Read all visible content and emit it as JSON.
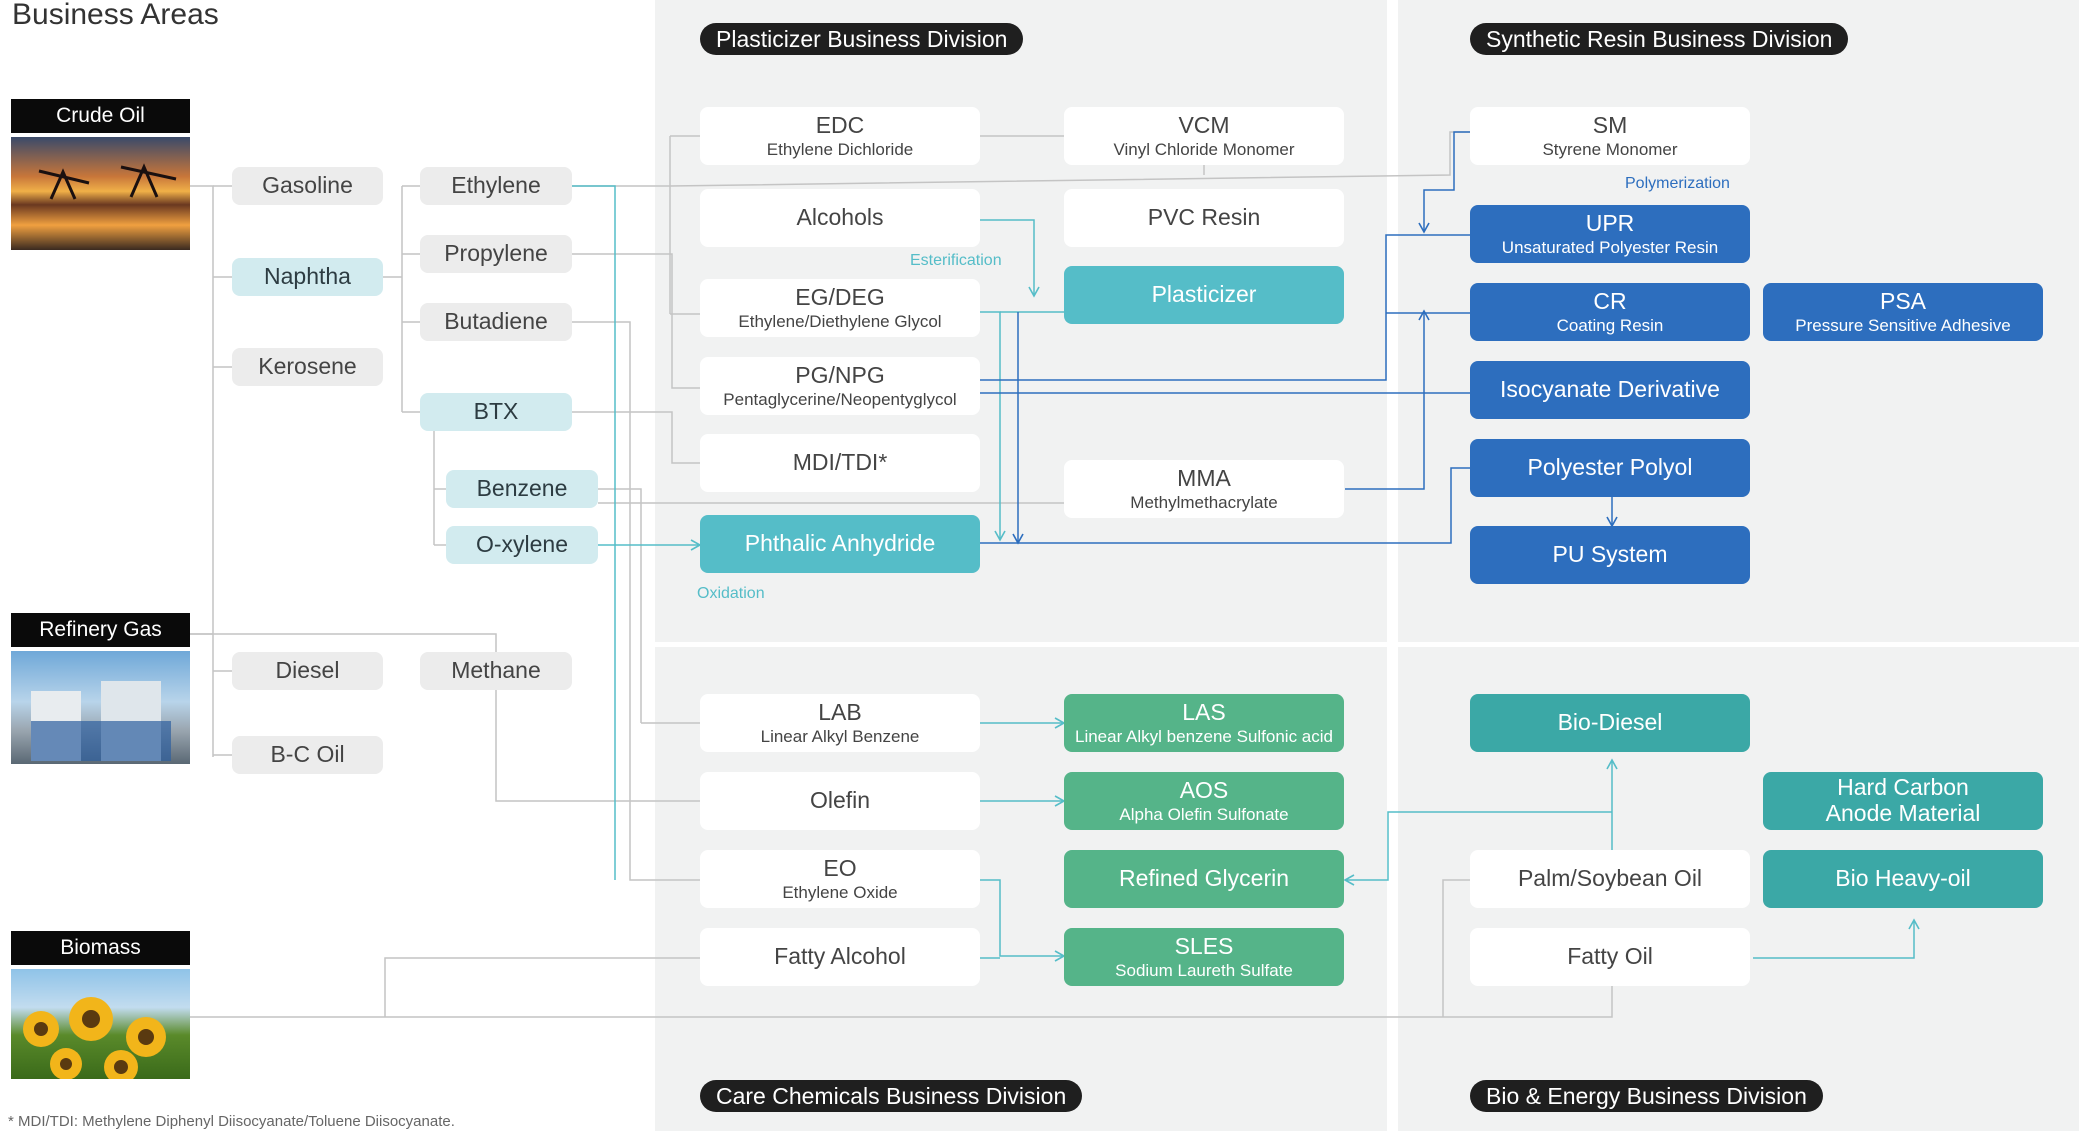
{
  "title": "Business Areas",
  "footnote": "* MDI/TDI: Methylene Diphenyl Diisocyanate/Toluene Diisocyanate.",
  "divisions": {
    "plasticizer": "Plasticizer Business Division",
    "synthetic": "Synthetic Resin Business Division",
    "care": "Care Chemicals Business Division",
    "bio": "Bio & Energy Business Division"
  },
  "sources": {
    "crude": "Crude Oil",
    "refinery": "Refinery Gas",
    "biomass": "Biomass"
  },
  "feedstock": {
    "gasoline": "Gasoline",
    "naphtha": "Naphtha",
    "kerosene": "Kerosene",
    "ethylene": "Ethylene",
    "propylene": "Propylene",
    "butadiene": "Butadiene",
    "btx": "BTX",
    "benzene": "Benzene",
    "oxylene": "O-xylene",
    "diesel": "Diesel",
    "methane": "Methane",
    "bcoil": "B-C Oil"
  },
  "plasticizer": {
    "edc_t": "EDC",
    "edc_s": "Ethylene Dichloride",
    "vcm_t": "VCM",
    "vcm_s": "Vinyl Chloride Monomer",
    "alcohols": "Alcohols",
    "pvc": "PVC Resin",
    "egdeg_t": "EG/DEG",
    "egdeg_s": "Ethylene/Diethylene Glycol",
    "plasticizer": "Plasticizer",
    "pgnpg_t": "PG/NPG",
    "pgnpg_s": "Pentaglycerine/Neopentyglycol",
    "mditdi": "MDI/TDI*",
    "mma_t": "MMA",
    "mma_s": "Methylmethacrylate",
    "phthalic": "Phthalic Anhydride",
    "esterification": "Esterification",
    "oxidation": "Oxidation"
  },
  "synthetic": {
    "sm_t": "SM",
    "sm_s": "Styrene Monomer",
    "polymerization": "Polymerization",
    "upr_t": "UPR",
    "upr_s": "Unsaturated Polyester Resin",
    "cr_t": "CR",
    "cr_s": "Coating Resin",
    "psa_t": "PSA",
    "psa_s": "Pressure Sensitive Adhesive",
    "isocyanate": "Isocyanate Derivative",
    "polyol": "Polyester Polyol",
    "pu": "PU System"
  },
  "care": {
    "lab_t": "LAB",
    "lab_s": "Linear Alkyl Benzene",
    "las_t": "LAS",
    "las_s": "Linear Alkyl benzene Sulfonic acid",
    "olefin": "Olefin",
    "aos_t": "AOS",
    "aos_s": "Alpha Olefin Sulfonate",
    "eo_t": "EO",
    "eo_s": "Ethylene Oxide",
    "glycerin": "Refined Glycerin",
    "fattyalcohol": "Fatty Alcohol",
    "sles_t": "SLES",
    "sles_s": "Sodium Laureth Sulfate"
  },
  "bio": {
    "biodiesel": "Bio-Diesel",
    "hardcarbon": "Hard Carbon Anode Material",
    "palm": "Palm/Soybean Oil",
    "bioheavy": "Bio Heavy-oil",
    "fattyoil": "Fatty Oil"
  },
  "colors": {
    "teal": "#55bdc8",
    "blue": "#2d6ebe",
    "green": "#55b489",
    "tealdk": "#3ba8a6",
    "ltblue": "#d2ebef",
    "grey": "#ececec",
    "line_grey": "#bdbdbd",
    "line_blue": "#2d6ebe",
    "line_teal": "#55bdc8"
  },
  "icons": [
    "oil-pump-photo",
    "refinery-photo",
    "sunflower-photo"
  ]
}
